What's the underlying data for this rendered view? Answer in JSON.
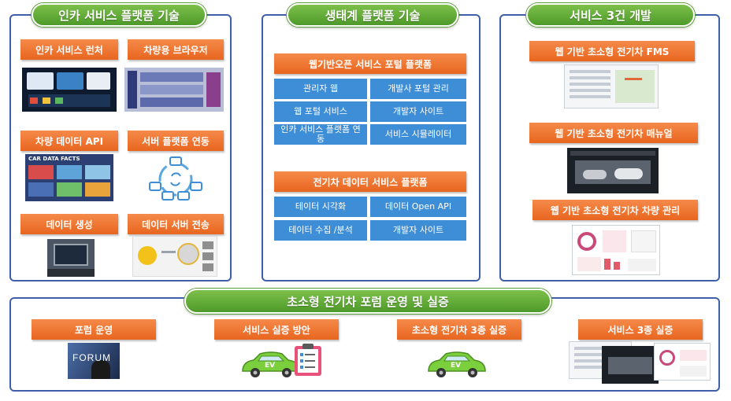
{
  "left_panel": {
    "title": "인카 서비스 플랫폼 기술",
    "items": [
      {
        "label": "인카 서비스 런처"
      },
      {
        "label": "차량용 브라우저"
      },
      {
        "label": "차량 데이터 API"
      },
      {
        "label": "서버 플랫폼 연동"
      },
      {
        "label": "데이터  생성"
      },
      {
        "label": "데이터 서버 전송"
      }
    ],
    "car_data_caption": "CAR DATA FACTS"
  },
  "middle_panel": {
    "title": "생태계 플랫폼 기술",
    "group1": {
      "header": "웹기반오픈 서비스 포털 플랫폼",
      "cells": [
        "관리자 웹",
        "개발사 포털 관리",
        "웹 포털 서비스",
        "개발자 사이트",
        "인카 서비스 플랫폼 연동",
        "서비스 시뮬레이터"
      ]
    },
    "group2": {
      "header": "전기차 데이터 서비스 플랫폼",
      "cells": [
        "테이터 시각화",
        "데이터 Open API",
        "테이터 수집 /분석",
        "개발자 사이트"
      ]
    }
  },
  "right_panel": {
    "title": "서비스 3건 개발",
    "items": [
      {
        "label": "웹 기반 초소형 전기차 FMS"
      },
      {
        "label": "웹 기반 초소형 전기차 매뉴얼"
      },
      {
        "label": "웹 기반 초소형 전기차 차량 관리"
      }
    ]
  },
  "bottom_panel": {
    "title": "초소형 전기차 포럼 운영 및 실증",
    "items": [
      {
        "label": "포럼 운영",
        "image_text": "FORUM"
      },
      {
        "label": "서비스 실증 방안",
        "image_text": "EV"
      },
      {
        "label": "초소형 전기차 3종 실증",
        "image_text": "EV"
      },
      {
        "label": "서비스 3종 실증"
      }
    ]
  },
  "colors": {
    "panel_border": "#3f5fa8",
    "pill_green": "#5ea93a",
    "orange": "#ee7029",
    "blue": "#3d8ed6",
    "car_green": "#7ccf3c"
  }
}
